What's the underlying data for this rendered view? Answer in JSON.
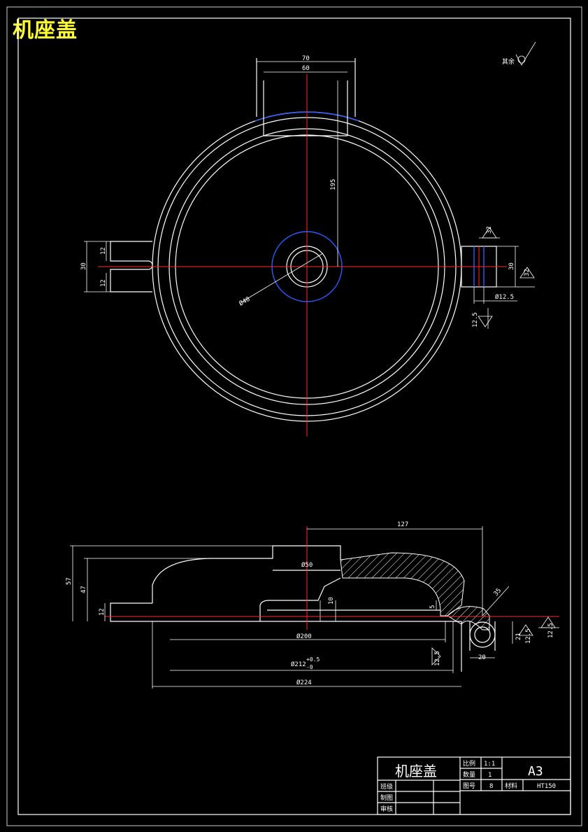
{
  "title": "机座盖",
  "colors": {
    "background": "#000000",
    "lines": "#ffffff",
    "centerline": "#ff2a2a",
    "hidden": "#2a5cff",
    "title": "#ffff33"
  },
  "roughness_note": "其余",
  "top_view": {
    "dims": {
      "d70": "70",
      "d60": "60",
      "d195": "195",
      "d30_left": "30",
      "d12a": "12",
      "d12b": "12",
      "d32": "32",
      "d30_right": "30",
      "d32_right": "32",
      "phi12_5": "Ø12.5",
      "r12_5": "12.5",
      "phi40": "Ø40"
    }
  },
  "front_view": {
    "dims": {
      "d127": "127",
      "d57": "57",
      "d47": "47",
      "d12": "12",
      "phi50": "Ø50",
      "d10": "10",
      "d5": "5",
      "phi200": "Ø200",
      "phi212": "Ø212",
      "tol_up": "+0.5",
      "tol_dn": "-0",
      "phi224": "Ø224",
      "r12_5a": "12.5",
      "r12_5b": "12.5",
      "r12_5c": "12.5",
      "d20": "20",
      "d21": "21",
      "r35": "35"
    }
  },
  "title_block": {
    "name": "机座盖",
    "scale_label": "比例",
    "scale_value": "1:1",
    "qty_label": "数量",
    "qty_value": "1",
    "drawing_no_label": "图号",
    "drawing_no_value": "8",
    "material_label": "材料",
    "material_value": "HT150",
    "paper_size": "A3",
    "class_label": "班级",
    "drawn_label": "制图",
    "checked_label": "审核"
  }
}
